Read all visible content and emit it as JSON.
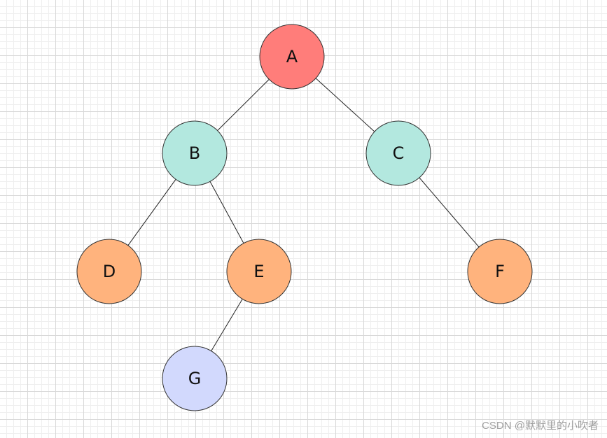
{
  "tree": {
    "nodes": [
      {
        "id": "A",
        "label": "A",
        "color": "#ff7d7a"
      },
      {
        "id": "B",
        "label": "B",
        "color": "#b3e8df"
      },
      {
        "id": "C",
        "label": "C",
        "color": "#b3e8df"
      },
      {
        "id": "D",
        "label": "D",
        "color": "#ffb37d"
      },
      {
        "id": "E",
        "label": "E",
        "color": "#ffb37d"
      },
      {
        "id": "F",
        "label": "F",
        "color": "#ffb37d"
      },
      {
        "id": "G",
        "label": "G",
        "color": "#d2d9fd"
      }
    ],
    "edges": [
      {
        "from": "A",
        "to": "B"
      },
      {
        "from": "A",
        "to": "C"
      },
      {
        "from": "B",
        "to": "D"
      },
      {
        "from": "B",
        "to": "E"
      },
      {
        "from": "C",
        "to": "F"
      },
      {
        "from": "E",
        "to": "G"
      }
    ]
  },
  "watermark": {
    "text": "CSDN @默默里的小吹者"
  }
}
